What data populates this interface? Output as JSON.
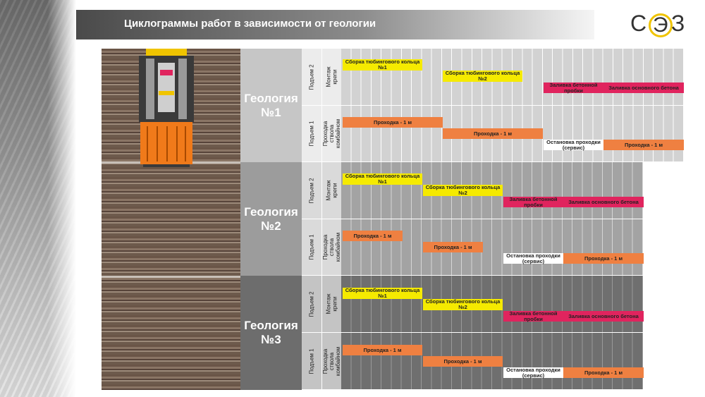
{
  "slide": {
    "title": "Циклограммы работ в зависимости от геологии",
    "logo_text": "СЭЗ"
  },
  "colors": {
    "yellow": "#f5ea00",
    "orange": "#ef8041",
    "red": "#e0245e",
    "white": "#ffffff",
    "logo_ring": "#f0c400"
  },
  "sections": [
    {
      "geology_line1": "Геология",
      "geology_line2": "№1",
      "rows": [
        {
          "pod": "Подъем 2",
          "mon": "Монтаж крепи",
          "bars": [
            {
              "label": "Сборка тюбингового кольца №1",
              "color": "yellow"
            },
            {
              "label": "Сборка тюбингового кольца №2",
              "color": "yellow"
            },
            {
              "label": "Заливка бетонной пробки",
              "color": "red"
            },
            {
              "label": "Заливка основного бетона",
              "color": "red"
            }
          ]
        },
        {
          "pod": "Подъем 1",
          "mon": "Проходка ствола комбайном",
          "bars": [
            {
              "label": "Проходка - 1 м",
              "color": "orange"
            },
            {
              "label": "Проходка - 1 м",
              "color": "orange"
            },
            {
              "label": "Остановка проходки (сервис)",
              "color": "white"
            },
            {
              "label": "Проходка - 1 м",
              "color": "orange"
            }
          ]
        }
      ]
    },
    {
      "geology_line1": "Геология",
      "geology_line2": "№2",
      "rows": [
        {
          "pod": "Подъем 2",
          "mon": "Монтаж крепи",
          "bars": [
            {
              "label": "Сборка тюбингового кольца №1",
              "color": "yellow"
            },
            {
              "label": "Сборка тюбингового кольца №2",
              "color": "yellow"
            },
            {
              "label": "Заливка бетонной пробки",
              "color": "red"
            },
            {
              "label": "Заливка основного бетона",
              "color": "red"
            }
          ]
        },
        {
          "pod": "Подъем 1",
          "mon": "Проходка ствола комбайном",
          "bars": [
            {
              "label": "Проходка - 1 м",
              "color": "orange"
            },
            {
              "label": "Проходка - 1 м",
              "color": "orange"
            },
            {
              "label": "Остановка проходки (сервис)",
              "color": "white"
            },
            {
              "label": "Проходка - 1 м",
              "color": "orange"
            }
          ]
        }
      ]
    },
    {
      "geology_line1": "Геология",
      "geology_line2": "№3",
      "rows": [
        {
          "pod": "Подъем 2",
          "mon": "Монтаж крепи",
          "bars": [
            {
              "label": "Сборка тюбингового кольца №1",
              "color": "yellow"
            },
            {
              "label": "Сборка тюбингового кольца №2",
              "color": "yellow"
            },
            {
              "label": "Заливка бетонной пробки",
              "color": "red"
            },
            {
              "label": "Заливка основного бетона",
              "color": "red"
            }
          ]
        },
        {
          "pod": "Подъем 1",
          "mon": "Проходка ствола комбайном",
          "bars": [
            {
              "label": "Проходка - 1 м",
              "color": "orange"
            },
            {
              "label": "Проходка - 1 м",
              "color": "orange"
            },
            {
              "label": "Остановка проходки (сервис)",
              "color": "white"
            },
            {
              "label": "Проходка - 1 м",
              "color": "orange"
            }
          ]
        }
      ]
    }
  ]
}
